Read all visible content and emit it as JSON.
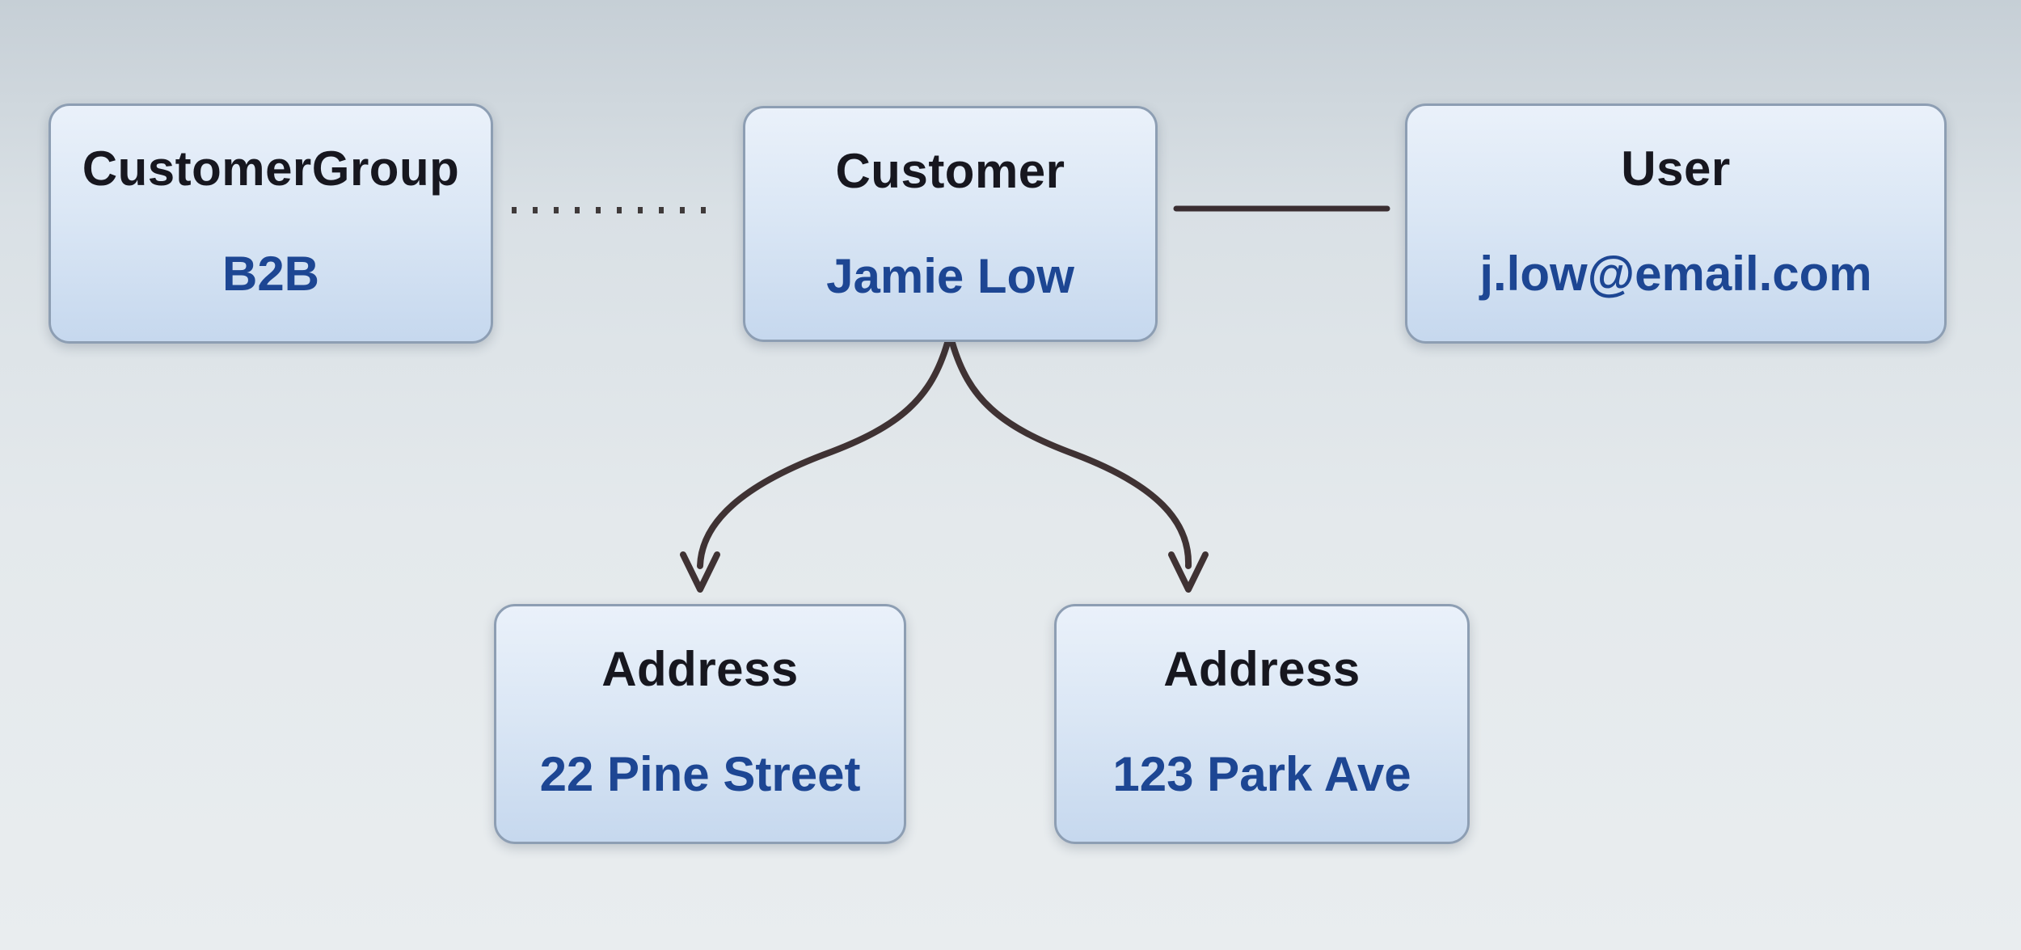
{
  "diagram_type": "entity-relationship",
  "nodes": {
    "customer_group": {
      "title": "CustomerGroup",
      "value": "B2B"
    },
    "customer": {
      "title": "Customer",
      "value": "Jamie Low"
    },
    "user": {
      "title": "User",
      "value": "j.low@email.com"
    },
    "address_left": {
      "title": "Address",
      "value": "22 Pine Street"
    },
    "address_right": {
      "title": "Address",
      "value": "123 Park Ave"
    }
  },
  "connectors": {
    "customer_group_to_customer": "dotted-line",
    "customer_to_user": "solid-line",
    "customer_to_address_left": "curved-arrow",
    "customer_to_address_right": "curved-arrow"
  },
  "colors": {
    "title_text": "#17171f",
    "value_text": "#1d4693",
    "node_border": "#8d9eb3",
    "node_fill_top": "#eaf1fa",
    "node_fill_bottom": "#c6d8ee",
    "connector": "#3f3233",
    "background_top": "#c6cfd6",
    "background_bottom": "#e9edef"
  }
}
